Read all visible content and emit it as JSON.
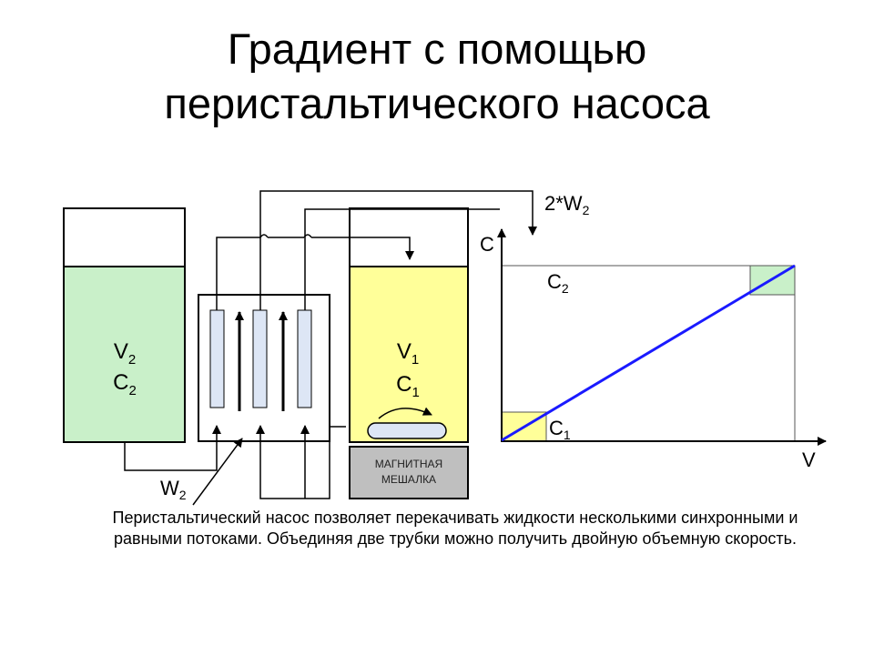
{
  "slide": {
    "title_line1": "Градиент с помощью",
    "title_line2": "перистальтического насоса",
    "caption_line1": "Перистальтический насос позволяет перекачивать жидкости несколькими синхронными и",
    "caption_line2": "равными потоками. Объединяя две трубки можно получить двойную объемную скорость."
  },
  "apparatus": {
    "reservoir2": {
      "v": "V",
      "v_sub": "2",
      "c": "C",
      "c_sub": "2",
      "color": "#c9f0c9"
    },
    "reservoir1": {
      "v": "V",
      "v_sub": "1",
      "c": "C",
      "c_sub": "1",
      "color": "#ffff99"
    },
    "outflow": {
      "main": "2*W",
      "sub": "2"
    },
    "pump_flow": {
      "main": "W",
      "sub": "2"
    },
    "stirrer_line1": "МАГНИТНАЯ",
    "stirrer_line2": "МЕШАЛКА",
    "stirrer_color": "#bfbfbf"
  },
  "graph": {
    "axis_y": "C",
    "axis_x": "V",
    "c_high": {
      "main": "C",
      "sub": "2"
    },
    "c_low": {
      "main": "C",
      "sub": "1"
    },
    "line_color": "#1a1aff"
  }
}
